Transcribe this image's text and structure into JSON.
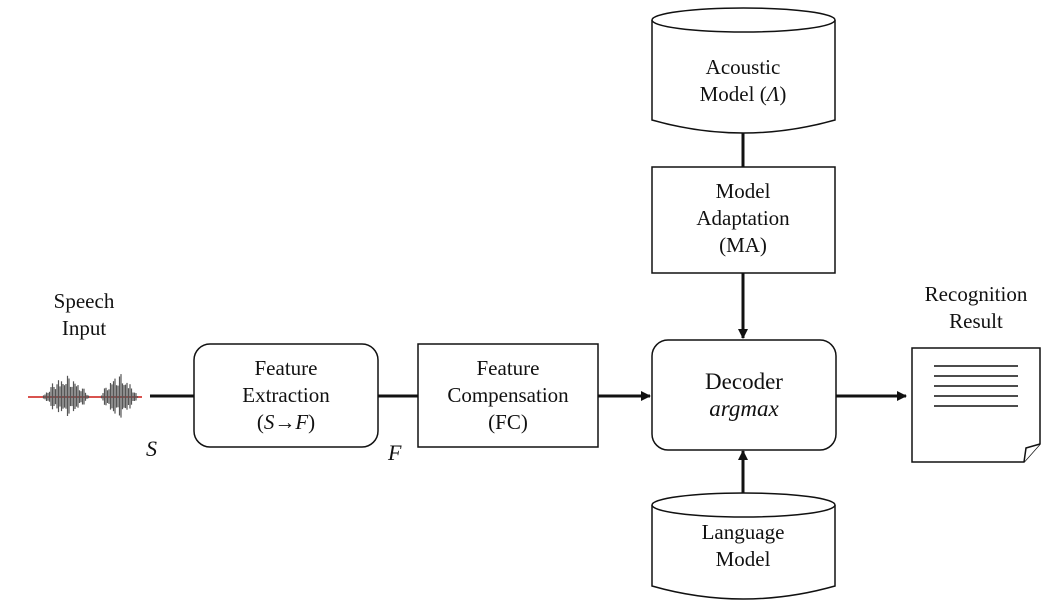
{
  "speech_input": {
    "line1": "Speech",
    "line2": "Input"
  },
  "feature_extraction": {
    "line1": "Feature",
    "line2": "Extraction",
    "line3_open": "(",
    "line3_s": "S",
    "line3_arrow": "→",
    "line3_f": "F",
    "line3_close": ")"
  },
  "feature_compensation": {
    "line1": "Feature",
    "line2": "Compensation",
    "line3": "(FC)"
  },
  "decoder": {
    "line1": "Decoder",
    "line2": "argmax"
  },
  "acoustic_model": {
    "line1": "Acoustic",
    "line2_text": "Model (",
    "line2_symbol": "Λ",
    "line2_close": ")"
  },
  "model_adaptation": {
    "line1": "Model",
    "line2": "Adaptation",
    "line3": "(MA)"
  },
  "language_model": {
    "line1": "Language",
    "line2": "Model"
  },
  "recognition_result": {
    "line1": "Recognition",
    "line2": "Result"
  },
  "signal_labels": {
    "s": "S",
    "f": "F"
  },
  "colors": {
    "stroke": "#111111",
    "waveform": "#555555",
    "waveform_red": "#d9534f",
    "document_lines": "#111111"
  }
}
